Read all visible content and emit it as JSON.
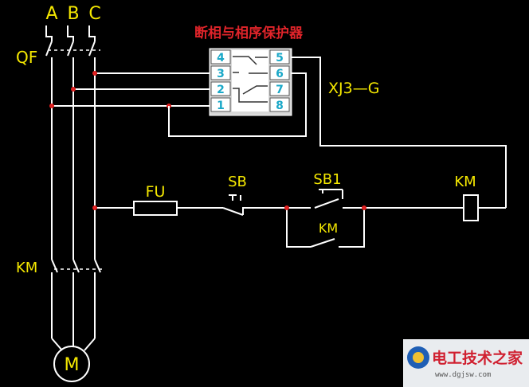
{
  "title": "断相与相序保护器",
  "phases": [
    "A",
    "B",
    "C"
  ],
  "breaker_label": "QF",
  "relay": {
    "model": "XJ3—G",
    "left_pins": [
      "4",
      "3",
      "2",
      "1"
    ],
    "right_pins": [
      "5",
      "6",
      "7",
      "8"
    ]
  },
  "fuse_label": "FU",
  "stop_button_label": "SB",
  "start_button_label": "SB1",
  "contactor_coil_label": "KM",
  "holding_contact_label": "KM",
  "main_contact_label": "KM",
  "motor_label": "M",
  "watermark": {
    "brand": "电工技术之家",
    "url": "www.dgjsw.com"
  },
  "colors": {
    "background": "#000000",
    "wire": "#ffffff",
    "label": "#f5e800",
    "title": "#e0242a",
    "node": "#e02020",
    "pin_number": "#1aa8c8"
  }
}
